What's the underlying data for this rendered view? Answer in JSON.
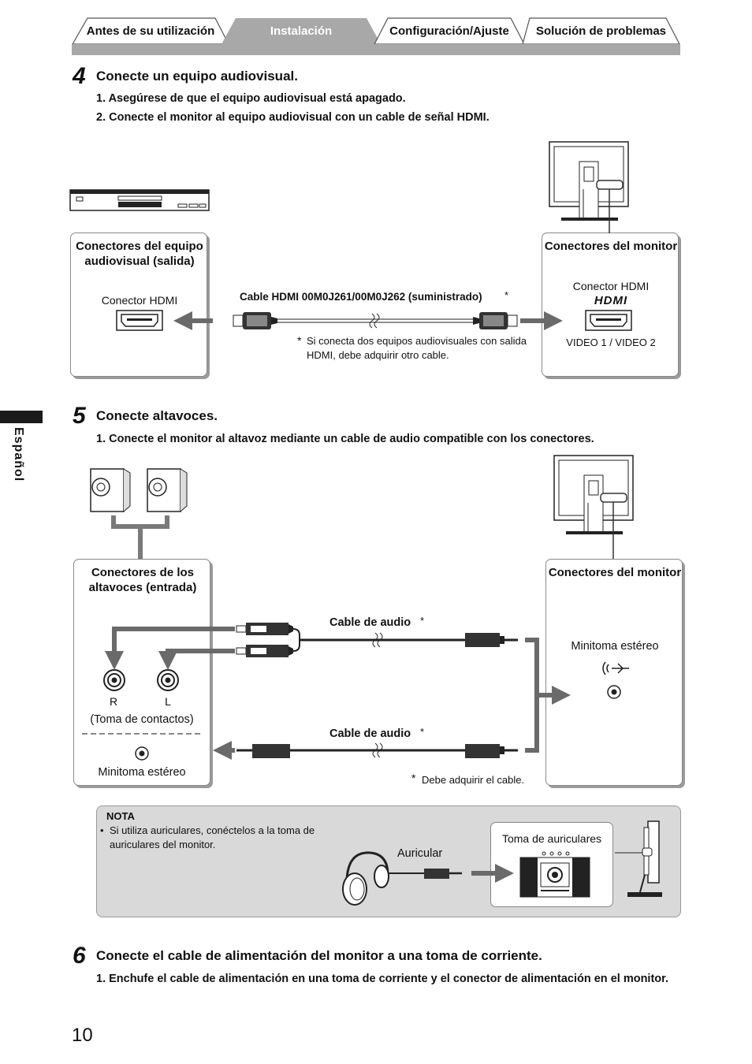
{
  "tabs": [
    {
      "label": "Antes de su utilización",
      "active": false
    },
    {
      "label": "Instalación",
      "active": true
    },
    {
      "label": "Configuración/Ajuste",
      "active": false
    },
    {
      "label": "Solución de problemas",
      "active": false
    }
  ],
  "side_label": "Español",
  "step4": {
    "number": "4",
    "title": "Conecte un equipo audiovisual.",
    "instructions": [
      "1. Asegúrese de que el equipo audiovisual está apagado.",
      "2. Conecte el monitor al equipo audiovisual con un cable de señal HDMI."
    ],
    "source_box_title": "Conectores del equipo audiovisual (salida)",
    "source_connector": "Conector HDMI",
    "cable_label": "Cable HDMI 00M0J261/00M0J262 (suministrado)",
    "asterisk": "*",
    "footnote": "Si conecta dos equipos audiovisuales con salida HDMI, debe adquirir otro cable.",
    "monitor_box_title": "Conectores del monitor",
    "monitor_connector": "Conector HDMI",
    "hdmi_logo": "HDMI",
    "video_label": "VIDEO 1 / VIDEO 2"
  },
  "step5": {
    "number": "5",
    "title": "Conecte altavoces.",
    "instructions": [
      "1. Conecte el monitor al altavoz mediante un cable de audio compatible con los conectores."
    ],
    "speaker_box_title": "Conectores de los altavoces (entrada)",
    "jack_r": "R",
    "jack_l": "L",
    "rca_label": "(Toma de contactos)",
    "speaker_minijack": "Minitoma estéreo",
    "cable_label_top": "Cable de audio",
    "cable_label_bottom": "Cable de audio",
    "monitor_box_title": "Conectores del monitor",
    "monitor_minijack": "Minitoma estéreo",
    "footnote": "Debe adquirir el cable."
  },
  "nota": {
    "title": "NOTA",
    "bullet": "Si utiliza auriculares, conéctelos a la toma de auriculares del monitor.",
    "headphone_label": "Auricular",
    "jack_label": "Toma de auriculares"
  },
  "step6": {
    "number": "6",
    "title": "Conecte el cable de alimentación del monitor a una toma de corriente.",
    "instructions": [
      "1. Enchufe el cable de alimentación en una toma de corriente y el conector de alimentación en el monitor."
    ]
  },
  "page_number": "10"
}
